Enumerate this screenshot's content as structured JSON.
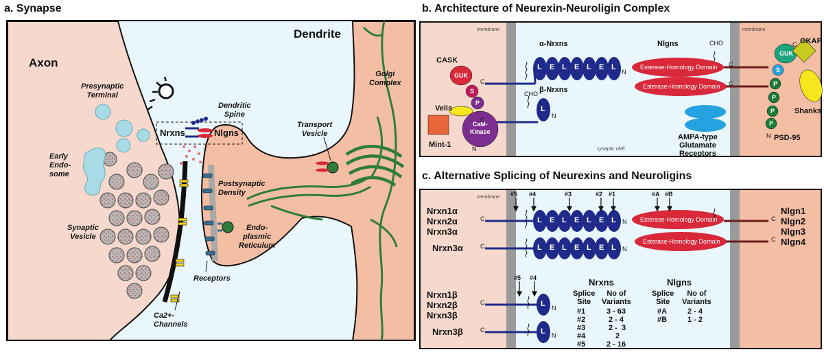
{
  "panel_a": {
    "title": "a. Synapse",
    "axon": "Axon",
    "dendrite": "Dendrite",
    "presynaptic_terminal": "Presynaptic\nTerminal",
    "dendritic_spine": "Dendritic\nSpine",
    "nrxns": "Nrxns",
    "nlgns": "Nlgns",
    "early_endosome": "Early\nEndo-\nsome",
    "synaptic_vesicle": "Synaptic\nVesicle",
    "postsynaptic_density": "Postsynaptic\nDensity",
    "er": "Endo-\nplasmic\nReticulum",
    "transport_vesicle": "Transport\nVesicle",
    "golgi": "Golgi\nComplex",
    "ca_channels": "Ca2+-\nChannels",
    "receptors": "Receptors"
  },
  "panel_b": {
    "title": "b. Architecture of Neurexin-Neuroligin Complex",
    "membrane_left": "membrane",
    "membrane_right": "membrane",
    "alpha_nrxns": "α-Nrxns",
    "beta_nrxns": "β-Nrxns",
    "nlgns": "Nlgns",
    "cho": "CHO",
    "cask": "CASK",
    "guk": "GUK",
    "s": "S",
    "p": "P",
    "velis": "Velis",
    "camkinase": "CaM-\nKinase",
    "mint1": "Mint-1",
    "esterase": "Esterase-Homology Domain",
    "ampa": "AMPA-type\nGlutamate\nReceptors",
    "synaptic_cleft": "synaptic cleft",
    "psd95": "PSD-95",
    "gkap": "GKAP",
    "shanks": "Shanks",
    "l": "L",
    "e": "E",
    "c": "C",
    "n": "N"
  },
  "panel_c": {
    "title": "c. Alternative Splicing of Neurexins and Neuroligins",
    "membrane": "membrane",
    "alpha_labels": [
      "Nrxn1α",
      "Nrxn2α",
      "Nrxn3α"
    ],
    "alpha_single": "Nrxn3α",
    "beta_labels": [
      "Nrxn1β",
      "Nrxn2β",
      "Nrxn3β"
    ],
    "beta_single": "Nrxn3β",
    "nlgn_labels": [
      "Nlgn1",
      "Nlgn2",
      "Nlgn3",
      "Nlgn4"
    ],
    "sites_alpha": [
      "#5",
      "#4",
      "#3",
      "#2",
      "#1"
    ],
    "sites_nlgn": [
      "#A",
      "#B"
    ],
    "sites_beta": [
      "#5",
      "#4"
    ],
    "nrxns_header": "Nrxns",
    "nlgns_header": "Nlgns",
    "col_site": "Splice\nSite",
    "col_variants": "No of\nVariants",
    "nrxn_table": [
      [
        "#1",
        "3 - 63"
      ],
      [
        "#2",
        "2 - 4"
      ],
      [
        "#3",
        "2 -  3"
      ],
      [
        "#4",
        "2"
      ],
      [
        "#5",
        "2 - 16"
      ]
    ],
    "nlgn_table": [
      [
        "#A",
        "2 - 4"
      ],
      [
        "#B",
        "1 - 2"
      ]
    ]
  },
  "colors": {
    "presyn": "#f6d9cc",
    "extracellular": "#e9f6fb",
    "postsyn": "#f3bea4",
    "vesicle": "#b7b7b7",
    "neurexin": "#1f2a8a",
    "neuroligin": "#d8283a",
    "golgi": "#2e7d3a",
    "early_endosome": "#a9dbe6"
  }
}
